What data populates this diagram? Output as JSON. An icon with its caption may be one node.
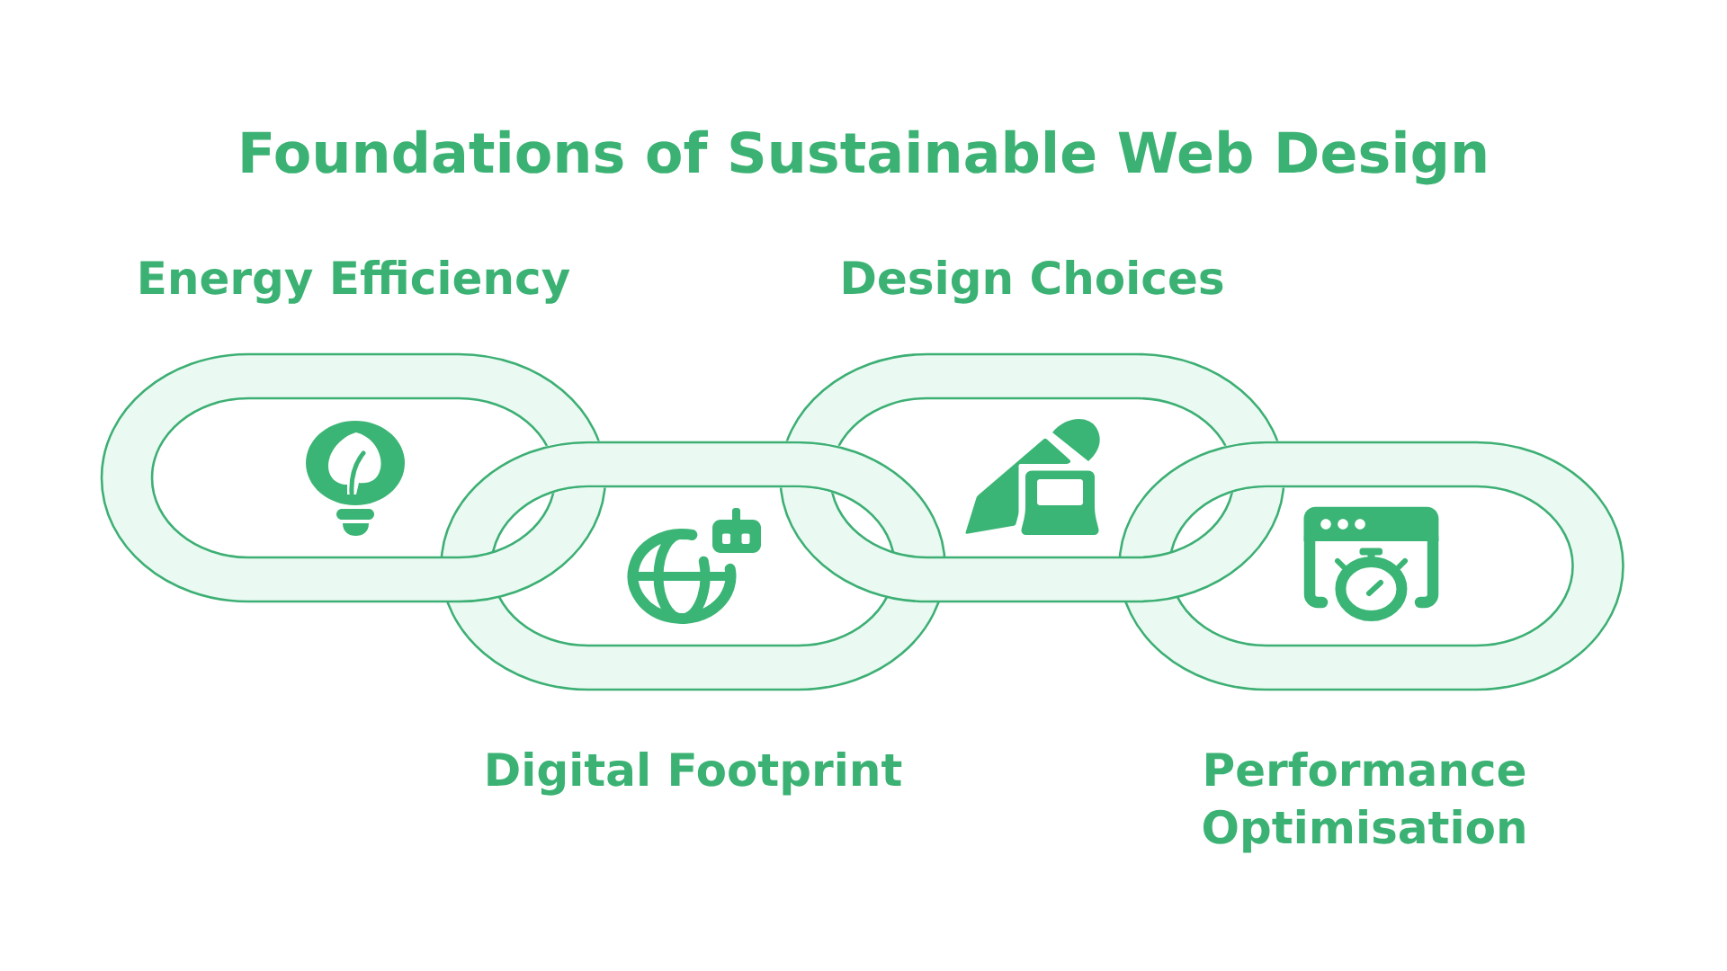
{
  "diagram": {
    "title": "Foundations of Sustainable Web Design",
    "nodes": [
      {
        "text": [
          "Energy Efficiency"
        ]
      },
      {
        "text": [
          "Digital Footprint"
        ]
      },
      {
        "text": [
          "Design Choices"
        ]
      },
      {
        "text": [
          "Performance Optimisation"
        ]
      }
    ]
  }
}
